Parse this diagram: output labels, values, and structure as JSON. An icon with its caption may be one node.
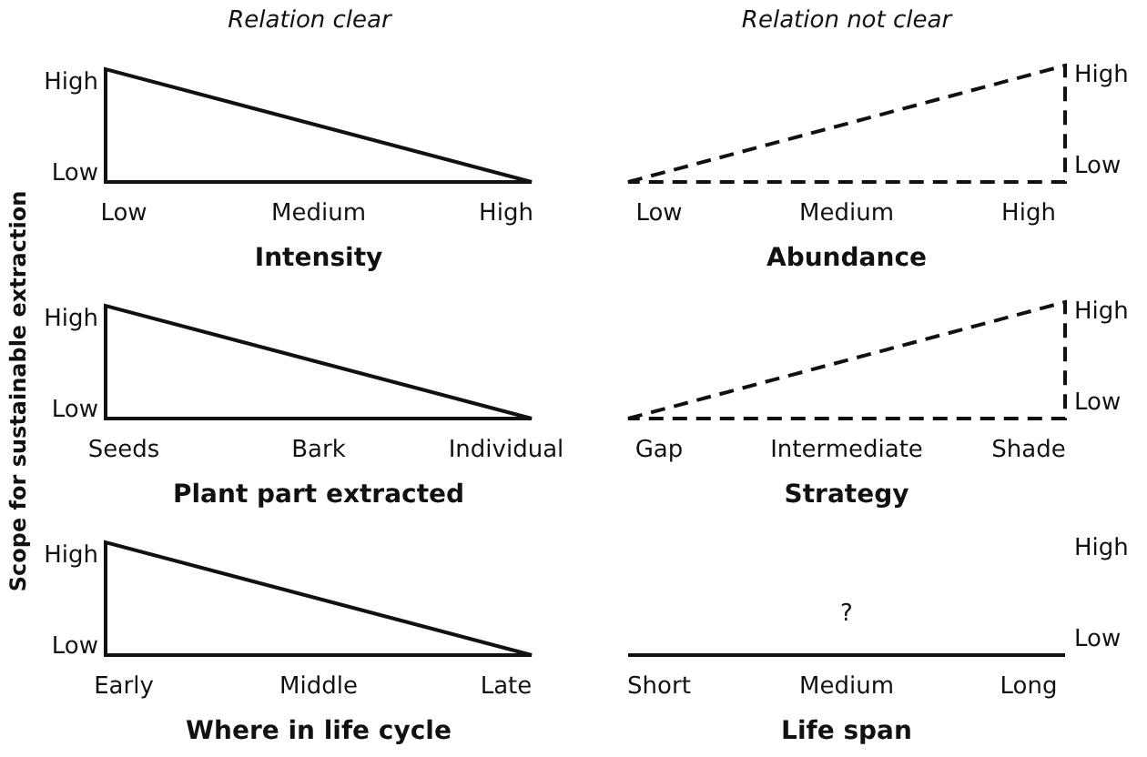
{
  "diagram": {
    "nodes": [
      {
        "text": [],
        "shape": "triangle"
      },
      {
        "text": [],
        "shape": "triangle"
      },
      {
        "text": [],
        "shape": "triangle"
      },
      {
        "text": [],
        "shape": "triangle"
      },
      {
        "text": [],
        "shape": "triangle"
      },
      {
        "text": [],
        "shape": "line"
      }
    ],
    "labels": [
      "Relation clear",
      "Relation not clear",
      "Scope for sustainable extraction",
      "High",
      "Low",
      "Low",
      "Medium",
      "High",
      "Intensity",
      "High",
      "Low",
      "Low",
      "Medium",
      "High",
      "Abundance",
      "High",
      "Low",
      "Seeds",
      "Bark",
      "Individual",
      "Plant part extracted",
      "High",
      "Low",
      "Gap",
      "Intermediate",
      "Shade",
      "Strategy",
      "High",
      "Low",
      "Early",
      "Middle",
      "Late",
      "Where in life cycle",
      "High",
      "Low",
      "Short",
      "Medium",
      "Long",
      "Life span",
      "?"
    ]
  }
}
